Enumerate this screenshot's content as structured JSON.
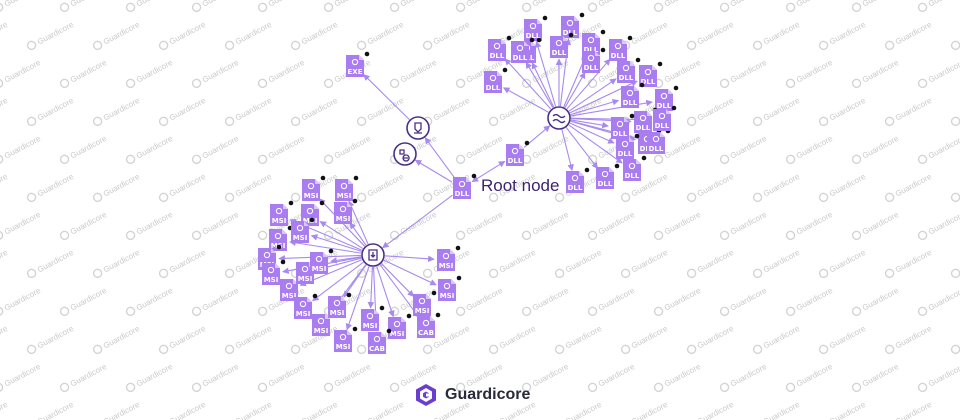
{
  "root": {
    "label": "Root node",
    "file_type": "DLL"
  },
  "watermark": {
    "text": "Guardicore",
    "color": "#c9c9c9"
  },
  "brand": {
    "name": "Guardicore",
    "logo": "guardicore-logo-icon"
  },
  "colors": {
    "accent": "#a97cf0",
    "edge": "#a889ee",
    "hub": "#4a2f86",
    "dot": "#111111"
  },
  "hubs": [
    {
      "id": "installer",
      "icon": "installer-icon"
    },
    {
      "id": "settings",
      "icon": "settings-icon"
    },
    {
      "id": "wave",
      "icon": "wave-icon"
    },
    {
      "id": "package",
      "icon": "package-icon"
    }
  ],
  "standalone_files": [
    {
      "type": "EXE"
    },
    {
      "type": "DLL"
    }
  ],
  "dll_cluster": [
    "DLL",
    "DLL",
    "DLL",
    "DLL",
    "DLL",
    "DLL",
    "DLL",
    "DLL",
    "DLL",
    "DLL",
    "DLL",
    "DLL",
    "DLL",
    "DLL",
    "DLL",
    "DLL",
    "DLL",
    "DLL",
    "DLL",
    "DLL",
    "DLL",
    "DLL",
    "DLL"
  ],
  "msi_cluster": [
    "MSI",
    "MSI",
    "MSI",
    "MSI",
    "MSI",
    "MSI",
    "MSI",
    "MSI",
    "MSI",
    "MSI",
    "MSI",
    "MSI",
    "MSI",
    "MSI",
    "MSI",
    "MSI",
    "MSI",
    "MSI",
    "MSI",
    "MSI",
    "MSI",
    "CAB",
    "CAB"
  ]
}
